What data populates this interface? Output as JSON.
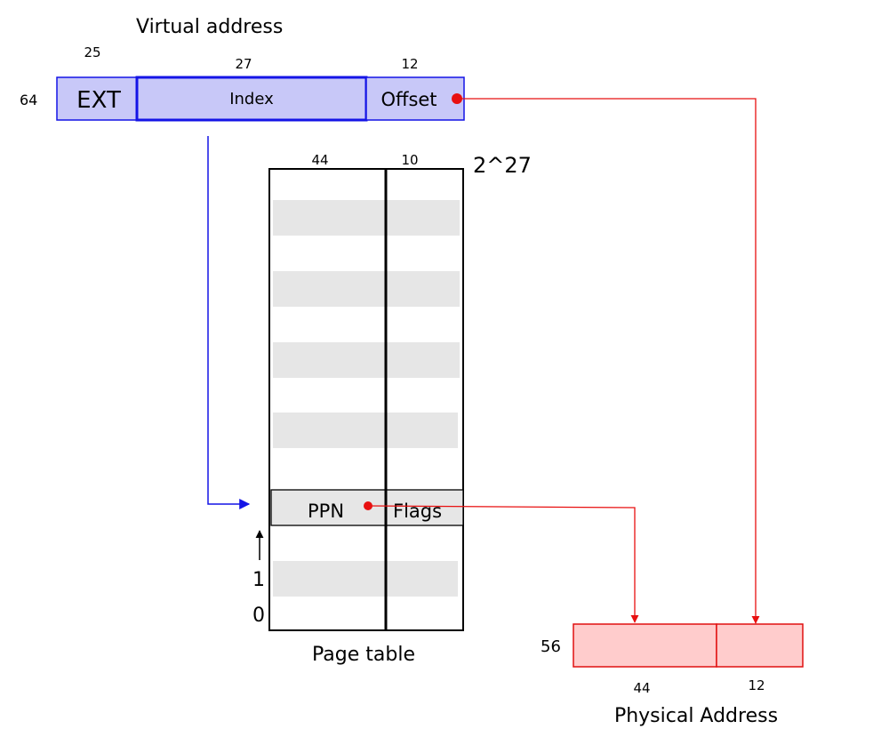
{
  "virtual_address": {
    "title": "Virtual address",
    "total_bits": "64",
    "fields": [
      {
        "label": "EXT",
        "bits": "25"
      },
      {
        "label": "Index",
        "bits": "27"
      },
      {
        "label": "Offset",
        "bits": "12"
      }
    ]
  },
  "page_table": {
    "title": "Page table",
    "entries_label": "2^27",
    "columns": [
      {
        "bits": "44"
      },
      {
        "bits": "10"
      }
    ],
    "entry": {
      "ppn_label": "PPN",
      "flags_label": "Flags"
    },
    "row_labels": {
      "zero": "0",
      "one": "1"
    }
  },
  "physical_address": {
    "title": "Physical Address",
    "total_bits": "56",
    "fields": [
      {
        "bits": "44"
      },
      {
        "bits": "12"
      }
    ]
  },
  "colors": {
    "virtual_fill": "#c8c8f8",
    "virtual_stroke": "#1414e6",
    "physical_fill": "#ffcccc",
    "physical_stroke": "#e01010",
    "red_arrow": "#e81010",
    "blue_arrow": "#1414e6",
    "row_shading": "#e6e6e6"
  }
}
